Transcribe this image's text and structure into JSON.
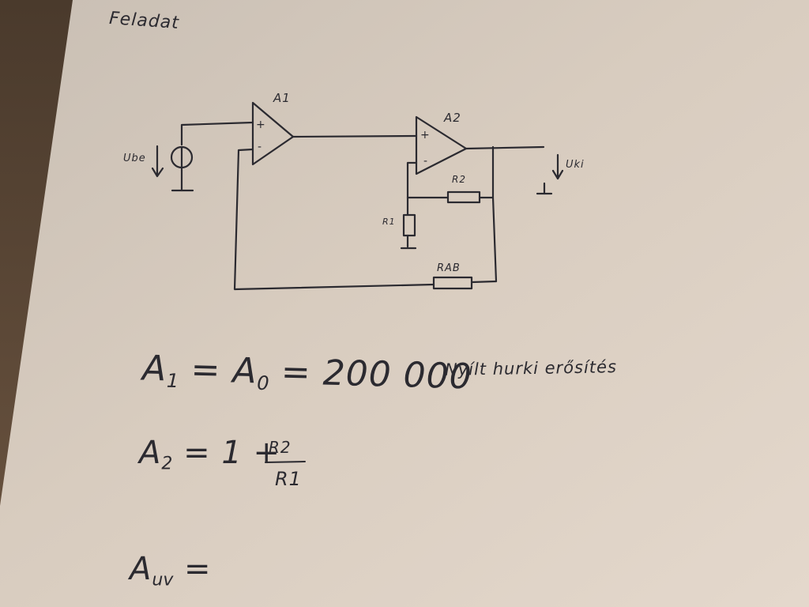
{
  "page_title": "Feladat",
  "circuit": {
    "amp1_label": "A1",
    "amp2_label": "A2",
    "input_voltage_label": "Ube",
    "output_voltage_label": "Uki",
    "resistor_r2_label": "R2",
    "resistor_r1_label": "R1",
    "resistor_rab_label": "RAB",
    "plus_sign": "+",
    "minus_sign": "-"
  },
  "equations": {
    "eq1_main": "A",
    "eq1_sub1": "1",
    "eq1_mid": " = A",
    "eq1_sub0": "0",
    "eq1_rest": " = 200 000",
    "eq1_note": "Nyílt hurki erősítés",
    "eq2_main": "A",
    "eq2_sub": "2",
    "eq2_rest": " = 1 +",
    "eq2_numerator": "R2",
    "eq2_denominator": "R1",
    "eq3_main": "A",
    "eq3_sub": "uv",
    "eq3_rest": " ="
  },
  "colors": {
    "paper": "#ddd2c6",
    "ink": "#2b2a30",
    "table": "#5a4634"
  }
}
